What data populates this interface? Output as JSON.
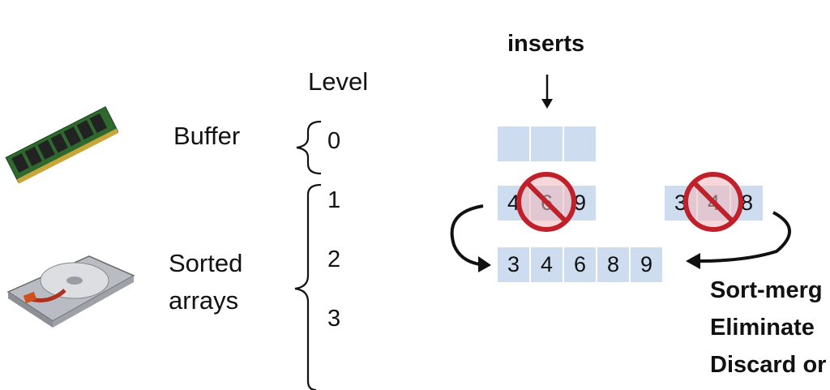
{
  "level_header": "Level",
  "buffer_label": "Buffer",
  "sorted_label_line1": "Sorted",
  "sorted_label_line2": "arrays",
  "levels": [
    "0",
    "1",
    "2",
    "3"
  ],
  "inserts_label": "inserts",
  "run_a": [
    "4",
    "6",
    "9"
  ],
  "run_b": [
    "3",
    "4",
    "8"
  ],
  "merged": [
    "3",
    "4",
    "6",
    "8",
    "9"
  ],
  "notes": [
    "Sort-merg",
    "Eliminate",
    "Discard or"
  ],
  "colors": {
    "cell_fill": "#cddcee",
    "prohibit_red": "#c0202a",
    "prohibit_fill": "#f1b6b9"
  },
  "icons": [
    "ram-module-icon",
    "hard-drive-icon",
    "prohibited-sign-icon",
    "down-arrow-icon",
    "curved-arrow-icon"
  ]
}
